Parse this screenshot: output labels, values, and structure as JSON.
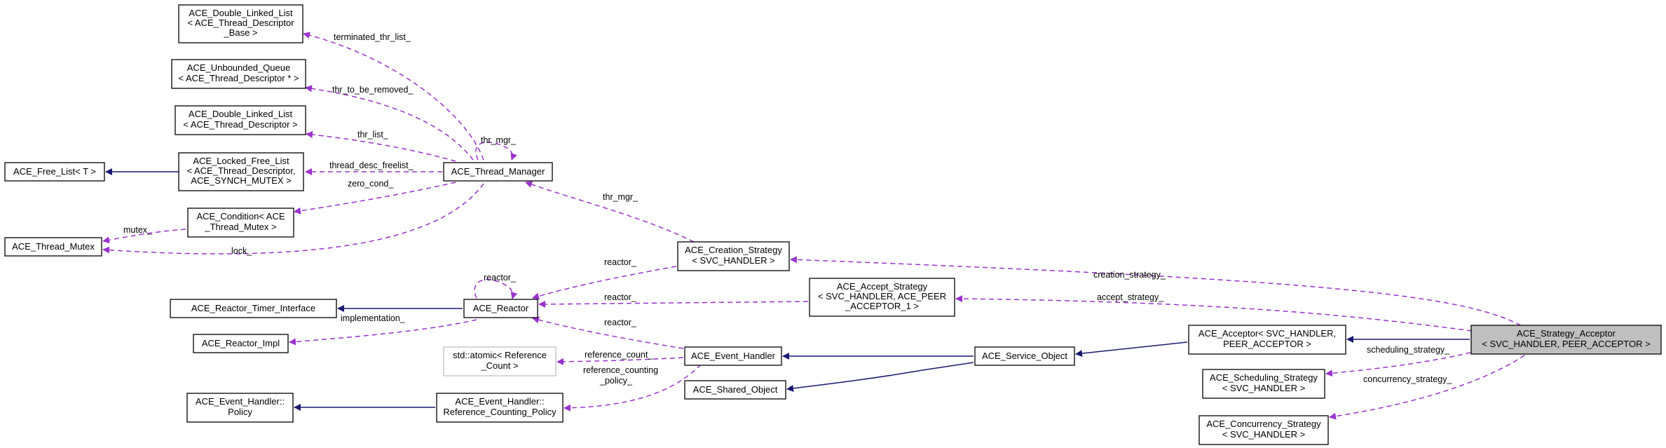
{
  "nodes": {
    "dll_base": [
      "ACE_Double_Linked_List",
      "< ACE_Thread_Descriptor",
      "_Base >"
    ],
    "unbounded_queue": [
      "ACE_Unbounded_Queue",
      "< ACE_Thread_Descriptor * >"
    ],
    "dll": [
      "ACE_Double_Linked_List",
      "< ACE_Thread_Descriptor >"
    ],
    "free_list": [
      "ACE_Free_List< T >"
    ],
    "locked_free_list": [
      "ACE_Locked_Free_List",
      "< ACE_Thread_Descriptor,",
      "ACE_SYNCH_MUTEX >"
    ],
    "thread_manager": [
      "ACE_Thread_Manager"
    ],
    "condition": [
      "ACE_Condition< ACE",
      "_Thread_Mutex >"
    ],
    "thread_mutex": [
      "ACE_Thread_Mutex"
    ],
    "creation_strategy": [
      "ACE_Creation_Strategy",
      "< SVC_HANDLER >"
    ],
    "reactor_timer_interface": [
      "ACE_Reactor_Timer_Interface"
    ],
    "reactor": [
      "ACE_Reactor"
    ],
    "accept_strategy": [
      "ACE_Accept_Strategy",
      "< SVC_HANDLER, ACE_PEER",
      "_ACCEPTOR_1 >"
    ],
    "reactor_impl": [
      "ACE_Reactor_Impl"
    ],
    "atomic": [
      "std::atomic< Reference",
      "_Count >"
    ],
    "event_handler": [
      "ACE_Event_Handler"
    ],
    "service_object": [
      "ACE_Service_Object"
    ],
    "acceptor": [
      "ACE_Acceptor< SVC_HANDLER,",
      "PEER_ACCEPTOR >"
    ],
    "strategy_acceptor": [
      "ACE_Strategy_Acceptor",
      "< SVC_HANDLER, PEER_ACCEPTOR >"
    ],
    "shared_object": [
      "ACE_Shared_Object"
    ],
    "scheduling_strategy": [
      "ACE_Scheduling_Strategy",
      "< SVC_HANDLER >"
    ],
    "policy": [
      "ACE_Event_Handler::",
      "Policy"
    ],
    "ref_counting_policy": [
      "ACE_Event_Handler::",
      "Reference_Counting_Policy"
    ],
    "concurrency_strategy": [
      "ACE_Concurrency_Strategy",
      "< SVC_HANDLER >"
    ]
  },
  "edge_labels": {
    "terminated_thr_list": "terminated_thr_list_",
    "thr_to_be_removed": "thr_to_be_removed_",
    "thr_mgr_self": "thr_mgr_",
    "thr_list": "thr_list_",
    "thread_desc_freelist": "thread_desc_freelist_",
    "zero_cond": "zero_cond_",
    "mutex": "mutex_",
    "lock": "lock_",
    "thr_mgr_creation": "thr_mgr_",
    "reactor_self": "reactor_",
    "reactor_creation": "reactor_",
    "reactor_accept": "reactor_",
    "implementation": "implementation_",
    "reactor_event": "reactor_",
    "reference_count": "reference_count_",
    "reference_counting_policy": [
      "reference_counting",
      "_policy_"
    ],
    "creation_strategy": "creation_strategy_",
    "accept_strategy": "accept_strategy_",
    "scheduling_strategy": "scheduling_strategy_",
    "concurrency_strategy": "concurrency_strategy_"
  },
  "colors": {
    "inheritance_edge": "#191970",
    "usage_edge": "#9a32cd",
    "highlight_node": "#bfbfbf",
    "external_node_border": "#bfbfbf"
  }
}
